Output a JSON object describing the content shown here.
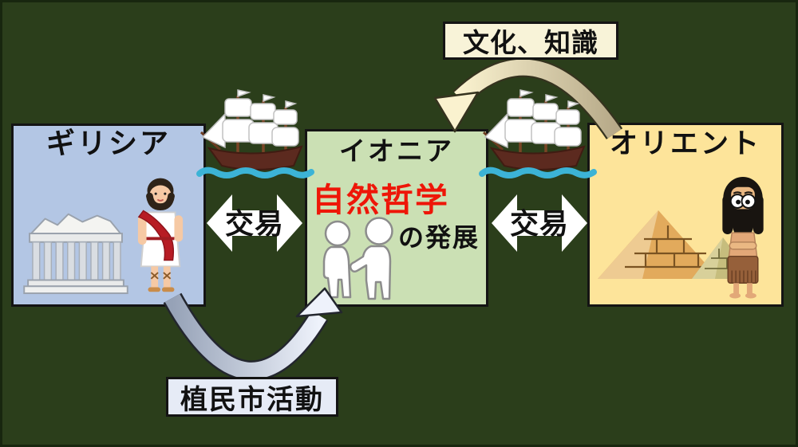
{
  "canvas": {
    "bg_color": "#2b3e1b",
    "description": "history diagram: Greece - Ionia - Orient relationships"
  },
  "boxes": {
    "greece": {
      "label": "ギリシア",
      "bg_color": "#b3c6e4",
      "icons": [
        "parthenon-illustration",
        "greek-man-illustration"
      ]
    },
    "ionia": {
      "label": "イオニア",
      "bg_color": "#cbe0b4",
      "highlight_text": "自然哲学",
      "highlight_color": "#ee1608",
      "subtext": "の発展",
      "icons": [
        "two-people-talking-illustration"
      ]
    },
    "orient": {
      "label": "オリエント",
      "bg_color": "#fde49a",
      "icons": [
        "pyramids-illustration",
        "mesopotamian-man-illustration"
      ]
    }
  },
  "labels": {
    "top": {
      "text": "文化、知識",
      "bg_color": "#f8f3d8"
    },
    "bottom": {
      "text": "植民市活動",
      "bg_color": "#e6ebf6"
    }
  },
  "arrows": {
    "trade_left": {
      "label": "交易",
      "type": "double-headed",
      "color": "#ffffff",
      "between": [
        "greece",
        "ionia"
      ]
    },
    "trade_right": {
      "label": "交易",
      "type": "double-headed",
      "color": "#ffffff",
      "between": [
        "ionia",
        "orient"
      ]
    },
    "culture_arc": {
      "from": "orient",
      "to": "ionia",
      "color_start": "#faf2cf",
      "color_end": "#b7aa89"
    },
    "colonization_arc": {
      "from": "greece",
      "to": "ionia",
      "color_start": "#96a2b7",
      "color_end": "#eef2fb"
    }
  },
  "icons": {
    "ship_left": "sailing-ship-illustration",
    "ship_right": "sailing-ship-illustration"
  }
}
